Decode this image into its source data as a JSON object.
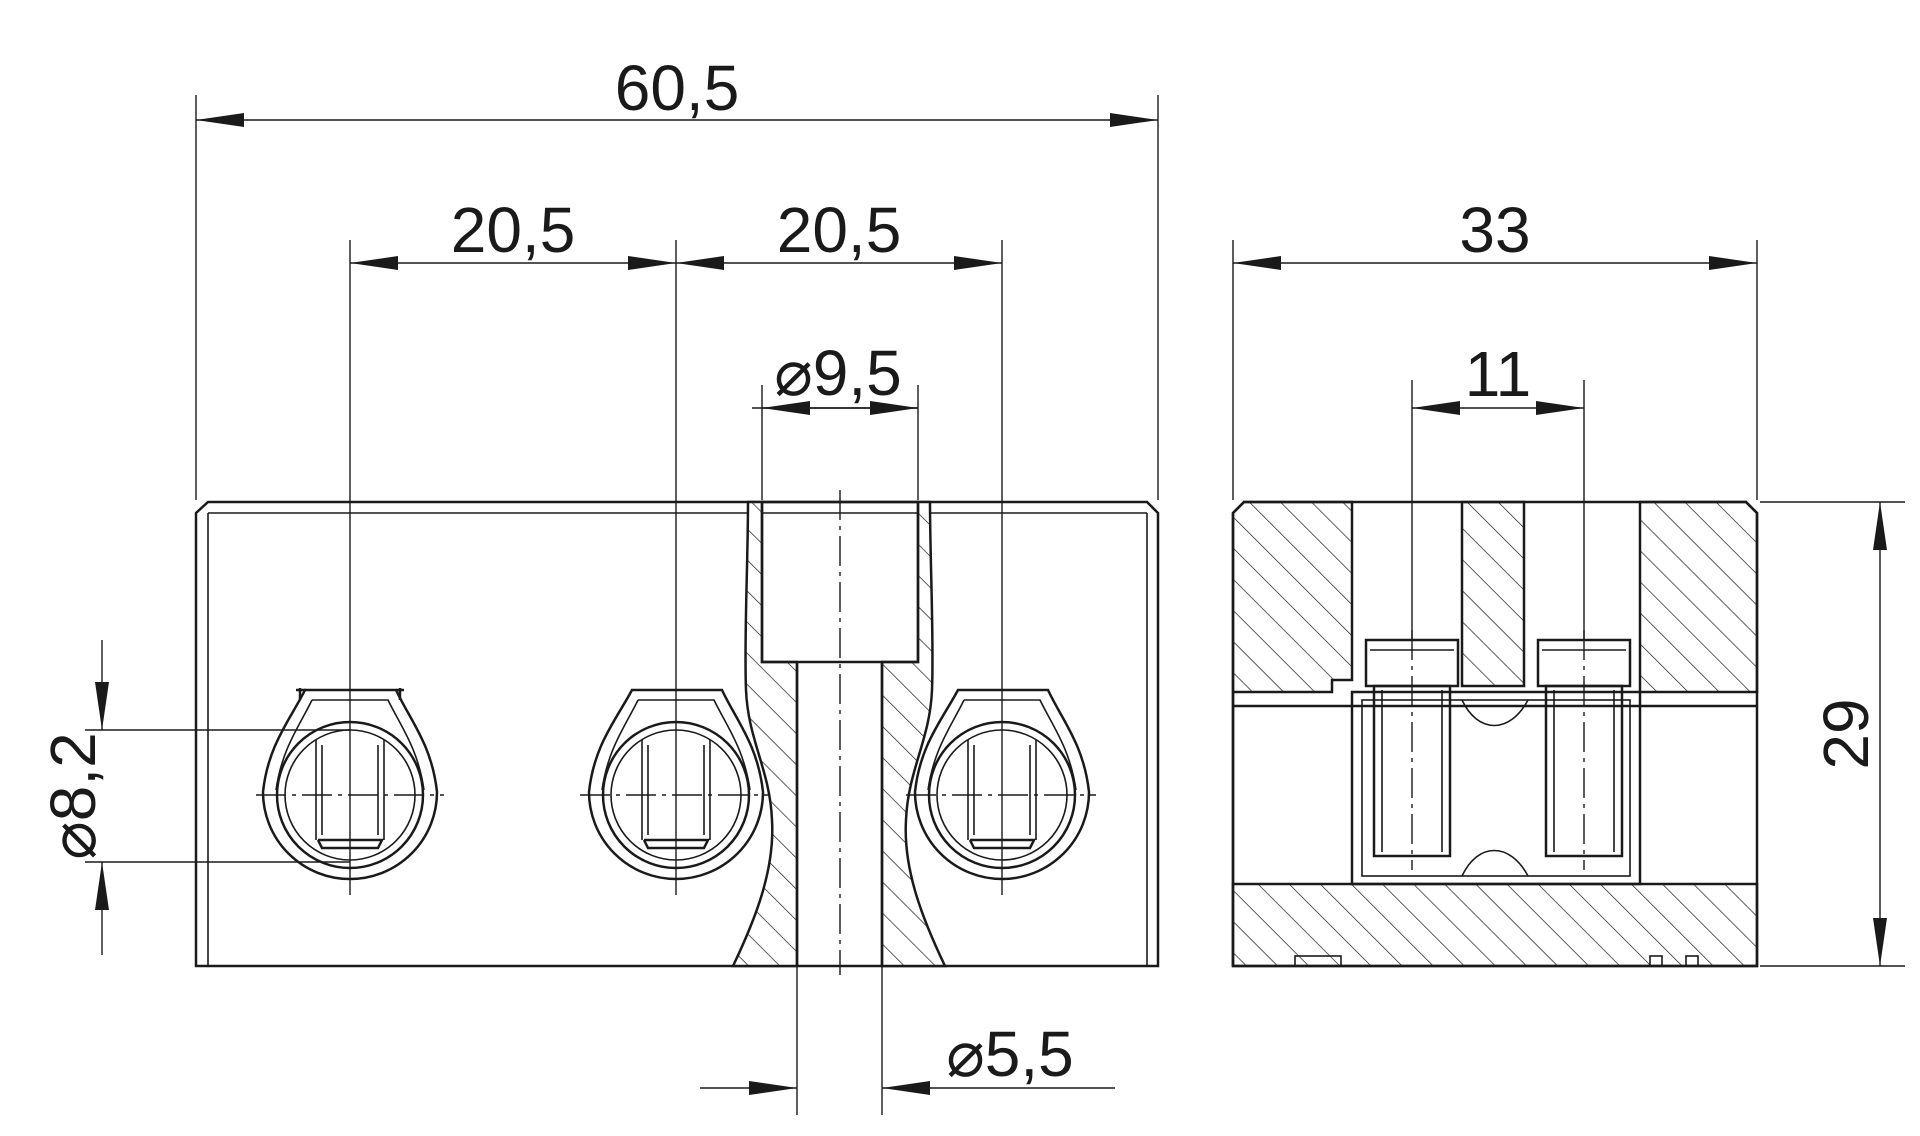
{
  "dimensions": {
    "overall_width": "60,5",
    "pitch_left": "20,5",
    "pitch_right": "20,5",
    "counterbore_dia": "⌀9,5",
    "hole_dia": "⌀5,5",
    "clamp_dia": "⌀8,2",
    "side_width": "33",
    "screw_pitch": "11",
    "height": "29"
  },
  "colors": {
    "line": "#1a1a1a",
    "background": "#ffffff"
  }
}
